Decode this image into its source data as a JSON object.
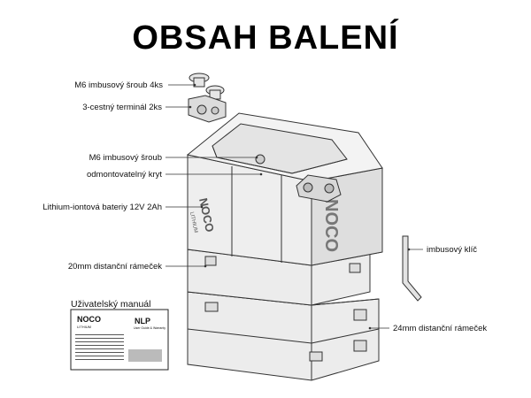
{
  "title": "OBSAH BALENÍ",
  "labels": {
    "m6_screws_4": "M6 imbusový šroub 4ks",
    "terminal_3way": "3-cestný terminál 2ks",
    "m6_screw": "M6 imbusový šroub",
    "removable_cover": "odmontovatelný kryt",
    "battery": "Lithium-iontová bateriy 12V 2Ah",
    "spacer_20": "20mm distanční rámeček",
    "hex_key": "imbusový klíč",
    "spacer_24": "24mm distanční rámeček",
    "manual": "Uživatelský manuál"
  },
  "manual_card": {
    "brand": "NOCO",
    "sub": "LITHIUM",
    "model": "NLP",
    "caption": "User Guide & Warranty"
  },
  "battery_branding": {
    "brand": "NOCO",
    "sub": "LITHIUM"
  }
}
